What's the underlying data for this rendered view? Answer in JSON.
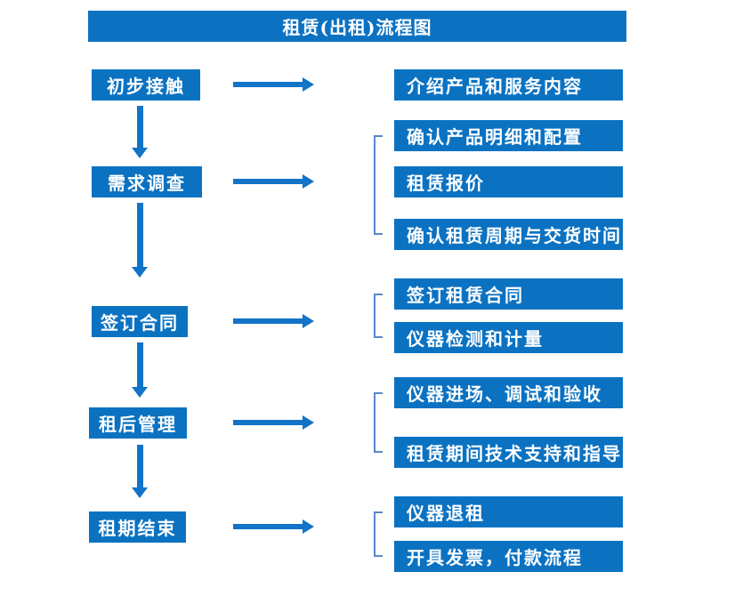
{
  "title": "租赁(出租)流程图",
  "palette": {
    "box_blue": "#0b72c2",
    "arrow_blue": "#1273c7",
    "bracket_blue": "#5b87c7",
    "text_white": "#ffffff",
    "background": "#ffffff"
  },
  "stages": [
    {
      "label": "初步接触",
      "outputs": [
        "介绍产品和服务内容"
      ]
    },
    {
      "label": "需求调查",
      "outputs": [
        "确认产品明细和配置",
        "租赁报价",
        "确认租赁周期与交货时间"
      ]
    },
    {
      "label": "签订合同",
      "outputs": [
        "签订租赁合同",
        "仪器检测和计量"
      ]
    },
    {
      "label": "租后管理",
      "outputs": [
        "仪器进场、调试和验收",
        "租赁期间技术支持和指导"
      ]
    },
    {
      "label": "租期结束",
      "outputs": [
        "仪器退租",
        "开具发票，付款流程"
      ]
    }
  ]
}
